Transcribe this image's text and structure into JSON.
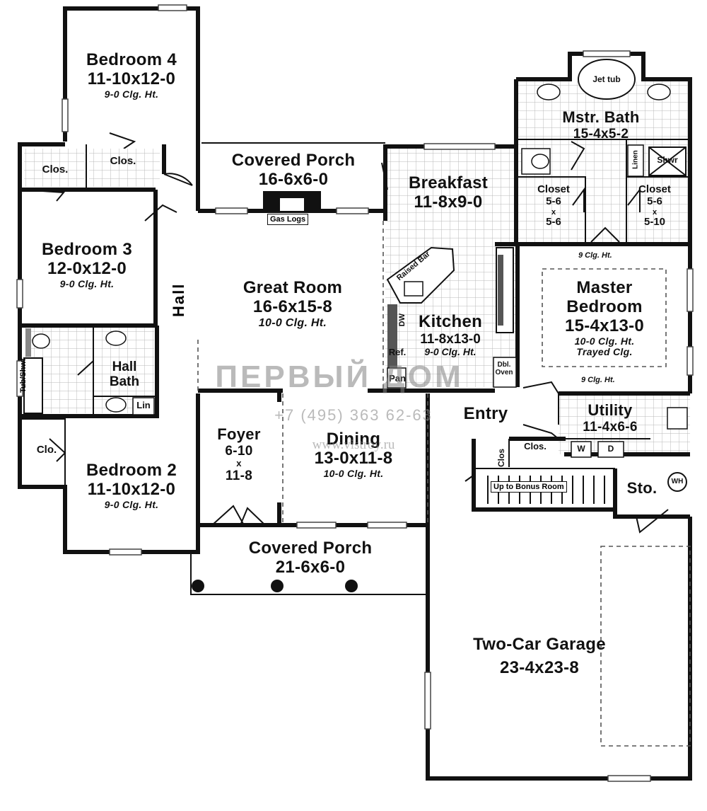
{
  "watermark": {
    "brand": "ПЕРВЫЙ ДОМ",
    "phone": "+7 (495) 363 62-63",
    "site": "www.vistroy.ru"
  },
  "rooms": {
    "bedroom4": {
      "name": "Bedroom 4",
      "size": "11-10x12-0",
      "clg": "9-0 Clg. Ht."
    },
    "bedroom3": {
      "name": "Bedroom 3",
      "size": "12-0x12-0",
      "clg": "9-0 Clg. Ht."
    },
    "bedroom2": {
      "name": "Bedroom 2",
      "size": "11-10x12-0",
      "clg": "9-0 Clg. Ht."
    },
    "covered_porch_rear": {
      "name": "Covered Porch",
      "size": "16-6x6-0"
    },
    "breakfast": {
      "name": "Breakfast",
      "size": "11-8x9-0"
    },
    "great_room": {
      "name": "Great Room",
      "size": "16-6x15-8",
      "clg": "10-0 Clg. Ht."
    },
    "kitchen": {
      "name": "Kitchen",
      "size": "11-8x13-0",
      "clg": "9-0 Clg. Ht."
    },
    "master_bath": {
      "name": "Mstr. Bath",
      "size": "15-4x5-2"
    },
    "master_bedroom": {
      "name_line1": "Master",
      "name_line2": "Bedroom",
      "size": "15-4x13-0",
      "clg": "10-0 Clg. Ht.",
      "clg2": "Trayed Clg."
    },
    "closet_left": {
      "name": "Closet",
      "w": "5-6",
      "x": "x",
      "d": "5-6"
    },
    "closet_right": {
      "name": "Closet",
      "w": "5-6",
      "x": "x",
      "d": "5-10"
    },
    "hall_bath": {
      "name_line1": "Hall",
      "name_line2": "Bath"
    },
    "foyer": {
      "name": "Foyer",
      "w": "6-10",
      "x": "x",
      "d": "11-8"
    },
    "dining": {
      "name": "Dining",
      "size": "13-0x11-8",
      "clg": "10-0 Clg. Ht."
    },
    "entry": {
      "name": "Entry"
    },
    "utility": {
      "name": "Utility",
      "size": "11-4x6-6"
    },
    "storage": {
      "name": "Sto."
    },
    "covered_porch_front": {
      "name": "Covered Porch",
      "size": "21-6x6-0"
    },
    "garage": {
      "name": "Two-Car Garage",
      "size": "23-4x23-8"
    },
    "hall": {
      "name": "Hall"
    }
  },
  "fixtures": {
    "clos_1": "Clos.",
    "clos_2": "Clos.",
    "clo_1": "Clo.",
    "clos_entry_v": "Clos",
    "clos_entry": "Clos.",
    "gas_logs": "Gas Logs",
    "raised_bar": "Raised Bar",
    "dw": "DW",
    "ref": "Ref.",
    "pan": "Pan",
    "dbl_oven": "Dbl. Oven",
    "jet_tub": "Jet tub",
    "shwr": "Shwr",
    "linen": "Linen",
    "tub_shwr": "Tub/Shwr",
    "lin": "Lin",
    "washer": "W",
    "dryer": "D",
    "wh": "WH",
    "stairs": "Up to Bonus Room",
    "clg_note_1": "9 Clg. Ht.",
    "clg_note_2": "9 Clg. Ht."
  },
  "colors": {
    "wall": "#111111",
    "tile": "#b8b8b8",
    "background": "#ffffff"
  }
}
